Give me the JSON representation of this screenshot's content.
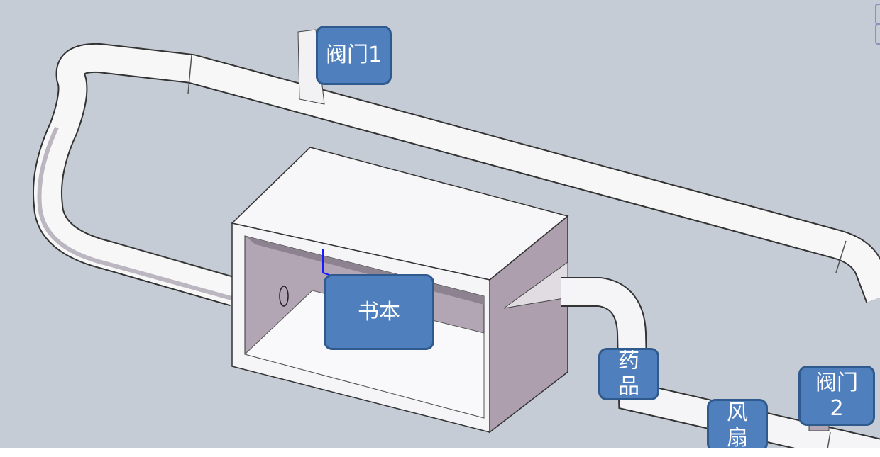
{
  "labels": {
    "valve1": "阀门1",
    "book": "书本",
    "medicine": "药品",
    "fan": "风扇",
    "valve2": "阀门2"
  },
  "colors": {
    "label_fill": "#4f7fbd",
    "label_border": "#2f5a8e",
    "background": "#c6ccd6",
    "box_inner": "#b3a6b4"
  }
}
